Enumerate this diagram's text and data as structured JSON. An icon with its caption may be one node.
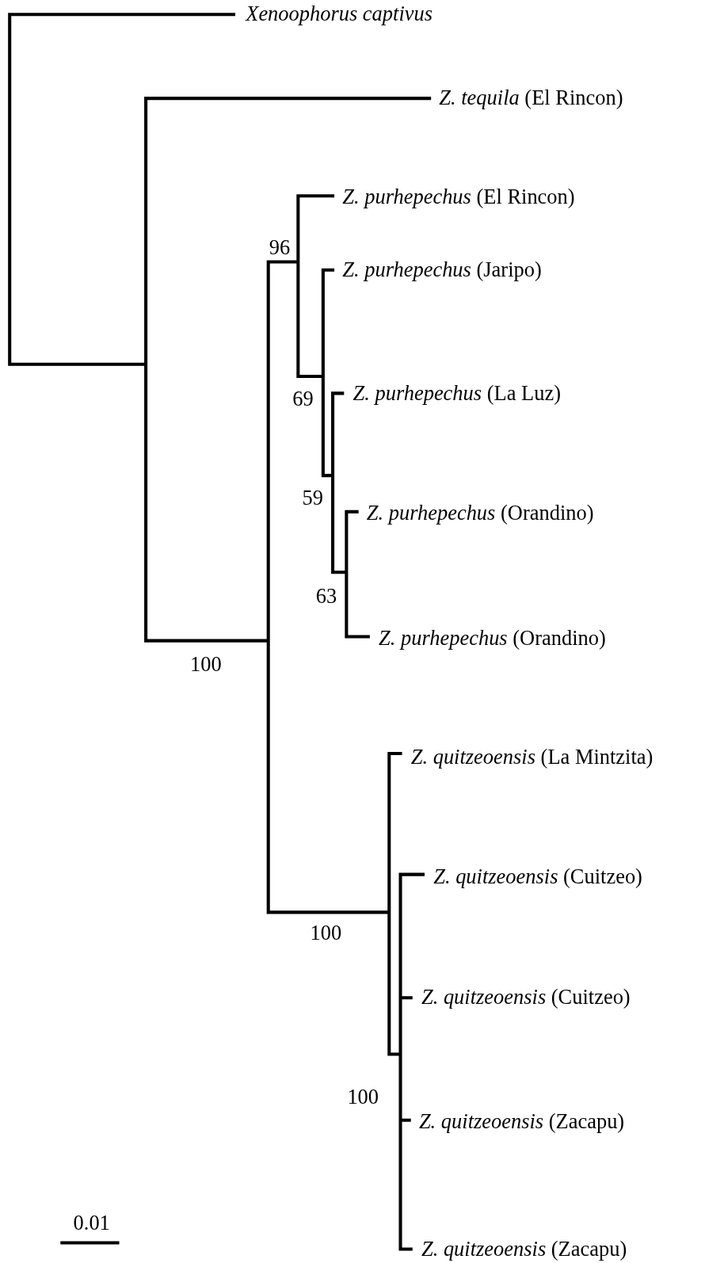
{
  "diagram": {
    "labels": [
      "Xenoophorus captivus",
      "*Z. tequila* (El Rincon)",
      "*Z. purhepechus*  (El Rincon)",
      "96",
      "*Z. purhepechus*  (Jaripo)",
      "69",
      "*Z. purhepechus*  (La Luz)",
      "59",
      "*Z. purhepechus* (Orandino)",
      "63",
      "*Z. purhepechus* (Orandino)",
      "100",
      "*Z. quitzeoensis* (La Mintzita)",
      "*Z. quitzeoensis* (Cuitzeo)",
      "100",
      "*Z. quitzeoensis* (Cuitzeo)",
      "100",
      "*Z. quitzeoensis* (Zacapu)",
      "0.01",
      "*Z. quitzeoensis* (Zacapu)"
    ]
  }
}
